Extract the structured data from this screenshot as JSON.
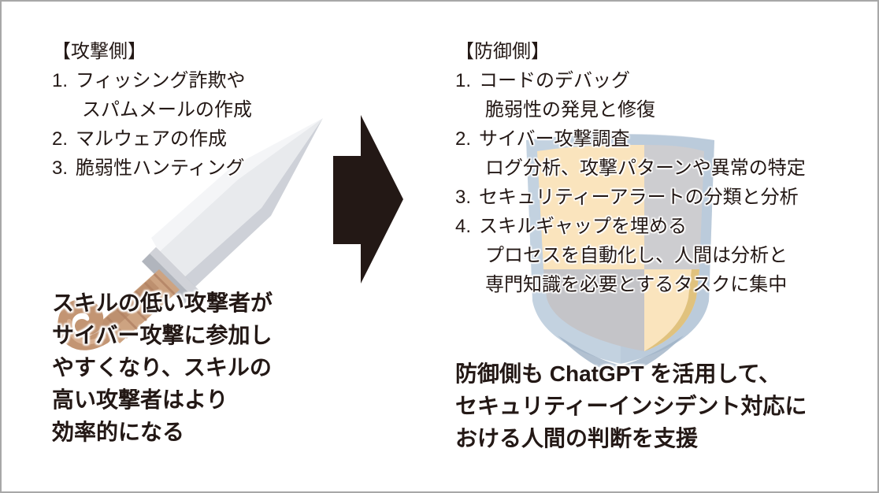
{
  "slide": {
    "frame_color": "#000000",
    "background_color": "#ffffff",
    "text_color": "#231815"
  },
  "left": {
    "heading": "【攻撃側】",
    "items": [
      {
        "num": "1.",
        "lines": [
          "フィッシング詐欺や",
          "スパムメールの作成"
        ]
      },
      {
        "num": "2.",
        "lines": [
          "マルウェアの作成"
        ]
      },
      {
        "num": "3.",
        "lines": [
          "脆弱性ハンティング"
        ]
      }
    ],
    "summary": [
      "スキルの低い攻撃者が",
      "サイバー攻撃に参加し",
      "やすくなり、スキルの",
      "高い攻撃者はより",
      "効率的になる"
    ]
  },
  "right": {
    "heading": "【防御側】",
    "items": [
      {
        "num": "1.",
        "lines": [
          "コードのデバッグ",
          "脆弱性の発見と修復"
        ]
      },
      {
        "num": "2.",
        "lines": [
          "サイバー攻撃調査",
          "ログ分析、攻撃パターンや異常の特定"
        ]
      },
      {
        "num": "3.",
        "lines": [
          "セキュリティーアラートの分類と分析"
        ]
      },
      {
        "num": "4.",
        "lines": [
          "スキルギャップを埋める",
          "プロセスを自動化し、人間は分析と",
          "専門知識を必要とするタスクに集中"
        ]
      }
    ],
    "summary": [
      "防御側も ChatGPT を活用して、",
      "セキュリティーインシデント対応に",
      "おける人間の判断を支援"
    ]
  },
  "artwork": {
    "arrow": {
      "name": "right-arrow",
      "color": "#231815"
    },
    "sword": {
      "name": "sword-illustration",
      "blade_color": "#d5d8dd",
      "blade_highlight": "#f0f1f4",
      "blade_shadow": "#aeb3bb",
      "guard_color": "#9aa0a8",
      "grip_color": "#c89a74",
      "grip_shadow": "#a87350",
      "pommel_color": "#b98460"
    },
    "shield": {
      "name": "shield-illustration",
      "border_color": "#c3d2e0",
      "border_shadow": "#9fb2c6",
      "left_field_color": "#cdcdd0",
      "left_field_shadow": "#b0b0b4",
      "right_field_color": "#fae4bd",
      "right_field_shadow": "#d9b96e"
    }
  }
}
